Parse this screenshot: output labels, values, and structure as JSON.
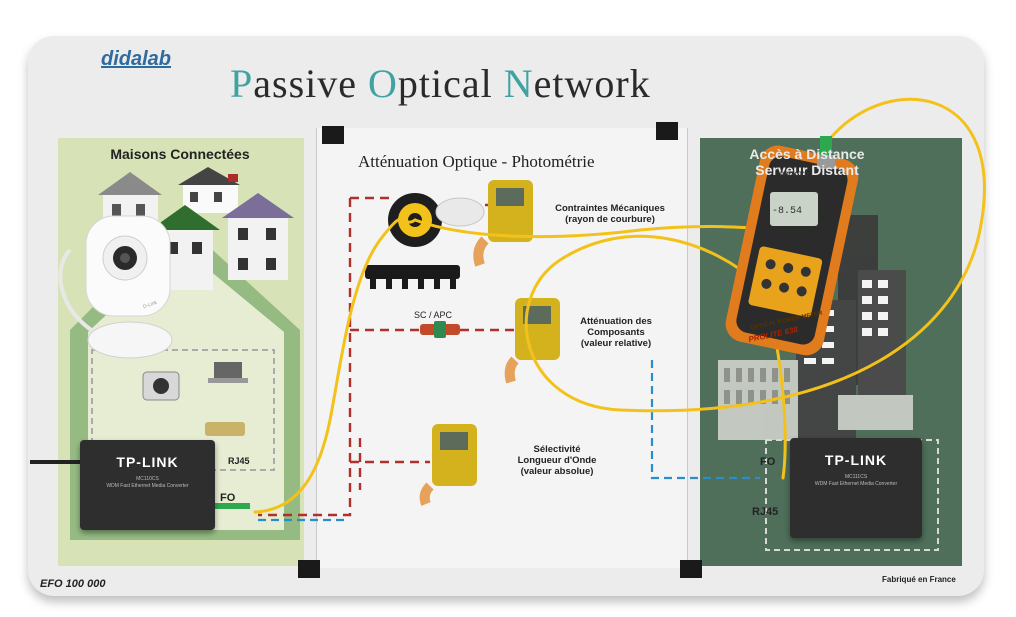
{
  "logo": "didalab",
  "title": {
    "p_cap": "P",
    "p_rest": "assive ",
    "o_cap": "O",
    "o_rest": "ptical ",
    "n_cap": "N",
    "n_rest": "etwork"
  },
  "left_panel": {
    "title": "Maisons Connectées"
  },
  "right_panel": {
    "title_line1": "Accès à Distance",
    "title_line2": "Serveur Distant"
  },
  "center_panel": {
    "title": "Atténuation Optique - Photométrie",
    "items": [
      {
        "line1": "Contraintes Mécaniques",
        "line2": "(rayon de courbure)"
      },
      {
        "line1": "Atténuation des",
        "line2": "Composants",
        "line3": "(valeur relative)"
      },
      {
        "line1": "Sélectivité",
        "line2": "Longueur d'Onde",
        "line3": "(valeur absolue)"
      }
    ],
    "connector_label": "SC / APC"
  },
  "converter_left": {
    "brand": "TP-LINK",
    "model": "MC110CS",
    "desc": "WDM Fast Ethernet Media Converter"
  },
  "converter_right": {
    "brand": "TP-LINK",
    "model": "MC111CS",
    "desc": "WDM Fast Ethernet Media Converter"
  },
  "ports": {
    "left_fo": "FO",
    "left_rj": "RJ45",
    "right_fo": "FO",
    "right_rj": "RJ45"
  },
  "power_meter": {
    "brand": "PROKIT'S",
    "reading": "-8.54",
    "model_line1": "OPTICAL POWER METER",
    "model_line2": "PROLITE 638"
  },
  "camera": {
    "brand": "D-Link"
  },
  "footer": {
    "left": "EFO 100 000",
    "right": "Fabriqué en France"
  },
  "colors": {
    "board": "#ececec",
    "left_panel": "#d7e3b6",
    "right_panel": "#4f6f5b",
    "fiber": "#f3c21a",
    "title_accent": "#3fa3a3",
    "logo": "#2f6b9e",
    "dashed_red": "#b0302b",
    "dashed_blue": "#2a8fc8"
  }
}
